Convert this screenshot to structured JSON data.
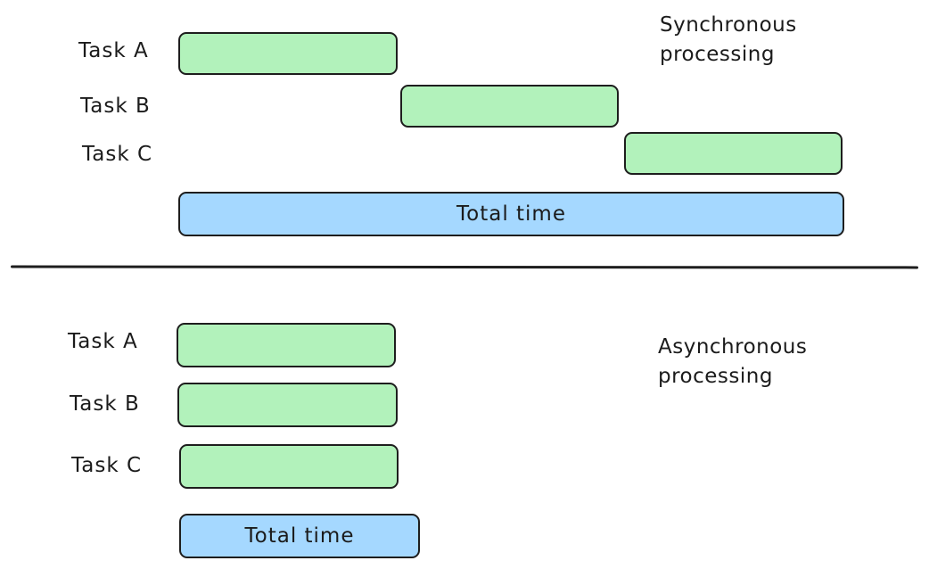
{
  "synchronous": {
    "caption_line1": "Synchronous",
    "caption_line2": "processing",
    "tasks": [
      {
        "label": "Task A"
      },
      {
        "label": "Task B"
      },
      {
        "label": "Task C"
      }
    ],
    "total_label": "Total time"
  },
  "asynchronous": {
    "caption_line1": "Asynchronous",
    "caption_line2": "processing",
    "tasks": [
      {
        "label": "Task A"
      },
      {
        "label": "Task B"
      },
      {
        "label": "Task C"
      }
    ],
    "total_label": "Total time"
  },
  "colors": {
    "task_fill": "#b2f2bb",
    "total_fill": "#a5d8ff",
    "stroke": "#1e1e1e"
  }
}
